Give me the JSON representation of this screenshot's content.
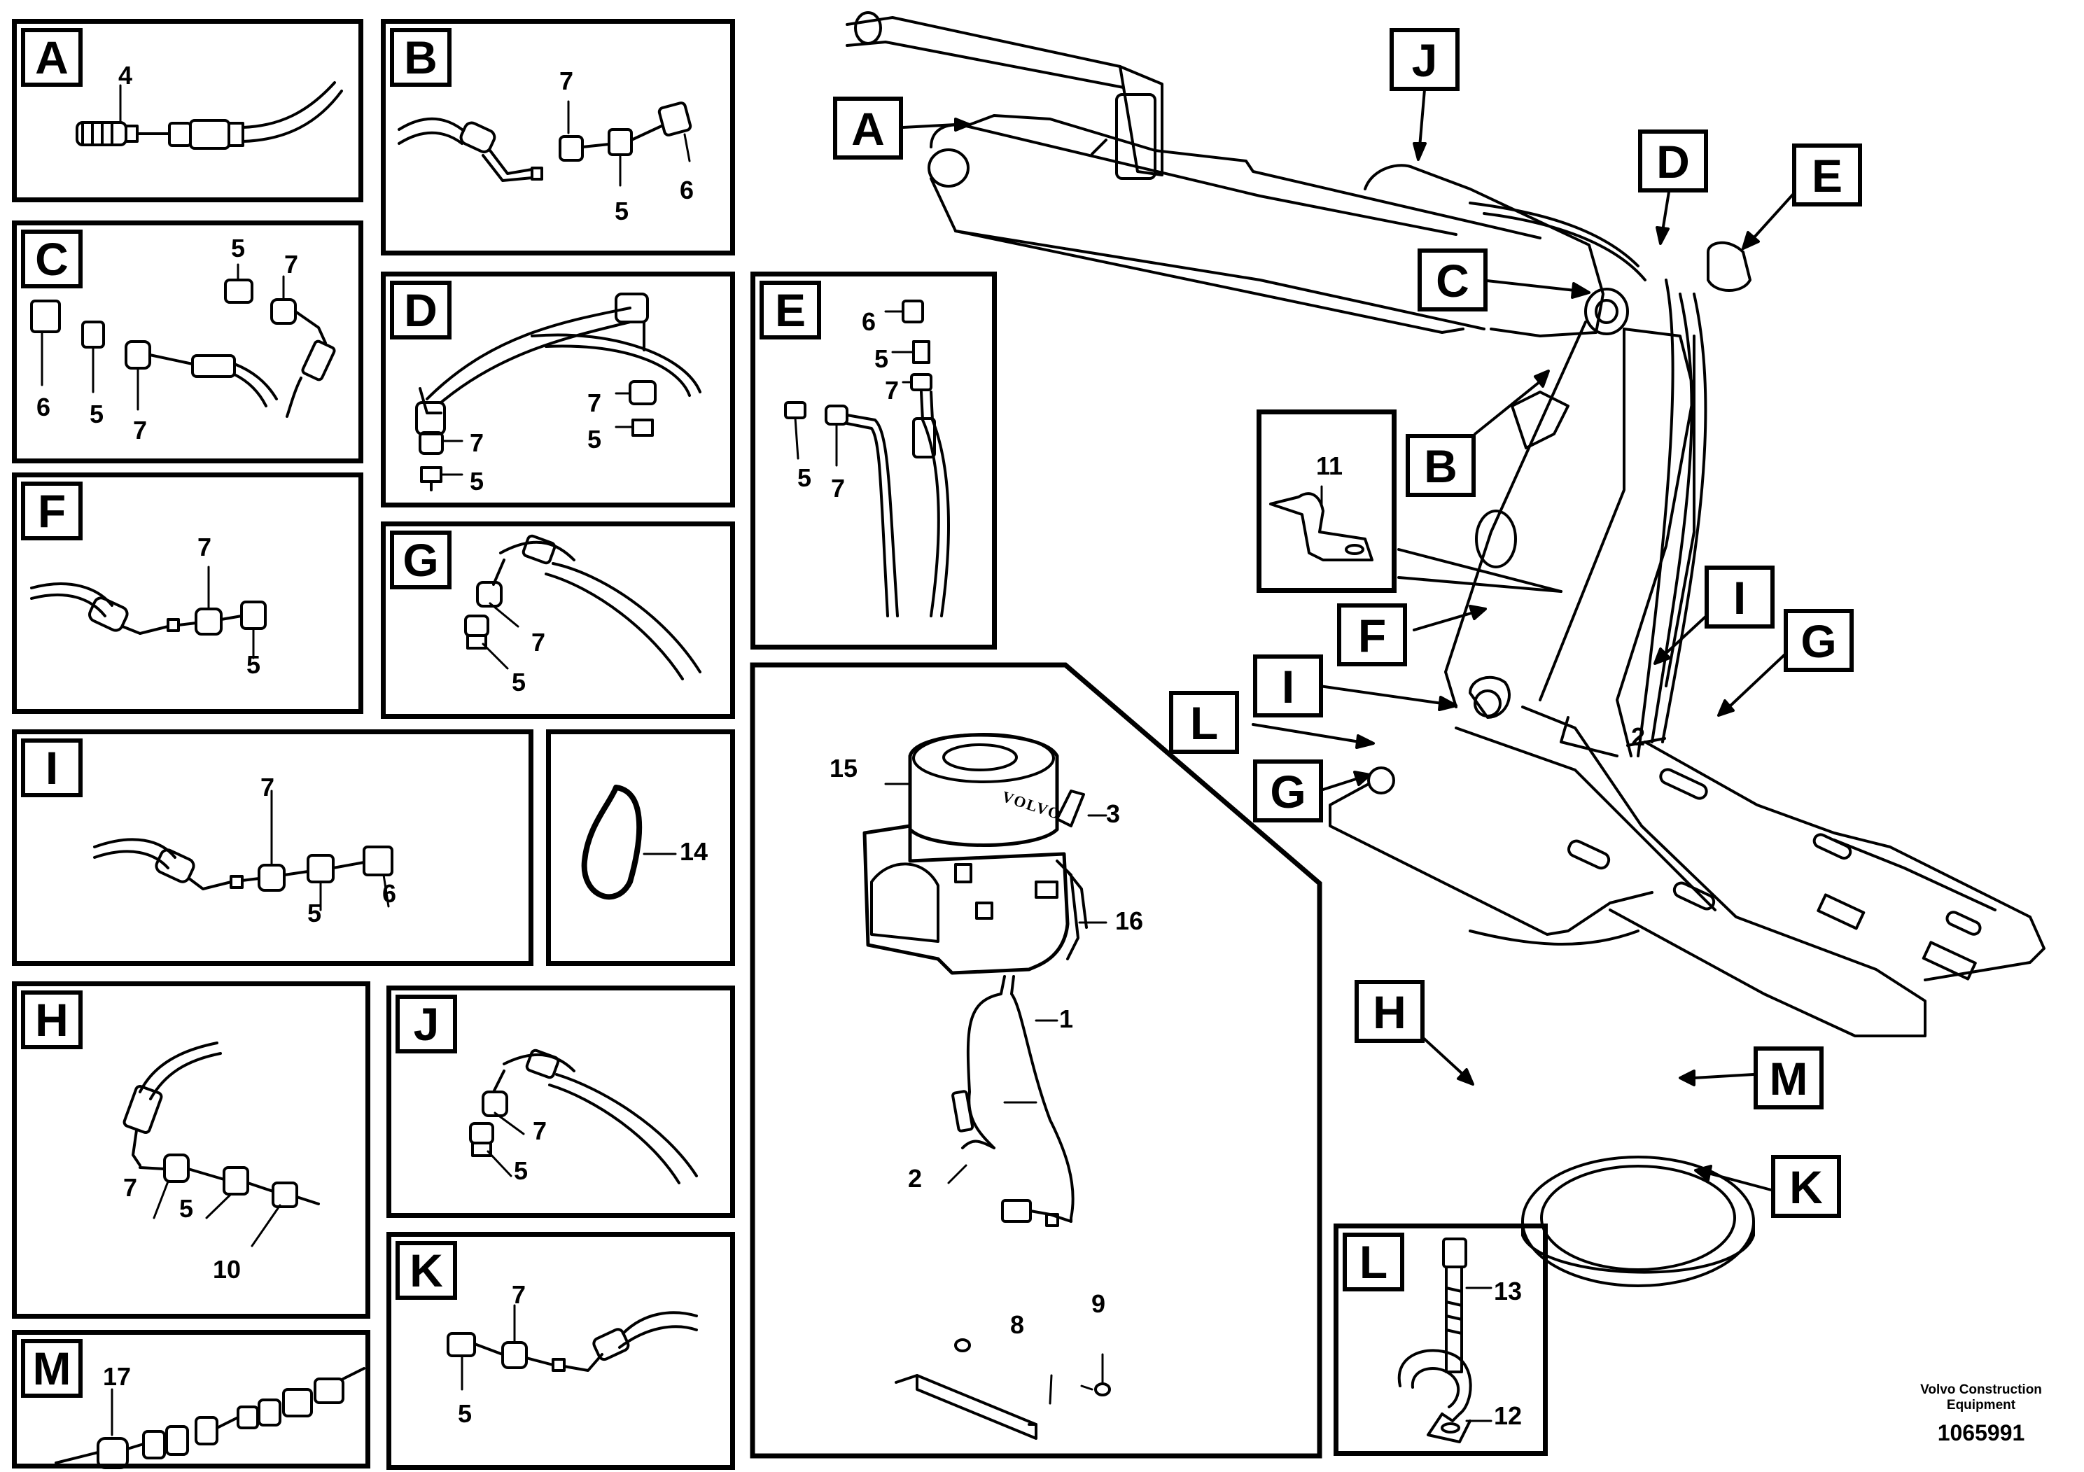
{
  "panels": {
    "A": {
      "letter": "A",
      "labels": [
        "4"
      ]
    },
    "B": {
      "letter": "B",
      "labels": [
        "7",
        "5",
        "6"
      ]
    },
    "C": {
      "letter": "C",
      "labels": [
        "5",
        "7",
        "6",
        "5",
        "7"
      ]
    },
    "D": {
      "letter": "D",
      "labels": [
        "7",
        "5",
        "7",
        "5"
      ]
    },
    "E": {
      "letter": "E",
      "labels": [
        "6",
        "5",
        "7",
        "5",
        "7"
      ]
    },
    "F": {
      "letter": "F",
      "labels": [
        "7",
        "5"
      ]
    },
    "G": {
      "letter": "G",
      "labels": [
        "7",
        "5"
      ]
    },
    "I": {
      "letter": "I",
      "labels": [
        "7",
        "5",
        "6"
      ]
    },
    "tie": {
      "labels": [
        "14"
      ]
    },
    "H": {
      "letter": "H",
      "labels": [
        "7",
        "5",
        "10"
      ]
    },
    "J": {
      "letter": "J",
      "labels": [
        "7",
        "5"
      ]
    },
    "K": {
      "letter": "K",
      "labels": [
        "7",
        "5"
      ]
    },
    "M": {
      "letter": "M",
      "labels": [
        "17"
      ]
    },
    "lube": {
      "labels": [
        "15",
        "3",
        "16",
        "1",
        "2",
        "8",
        "9"
      ],
      "brand_text": "VOLVO"
    },
    "bracket": {
      "labels": [
        "11"
      ]
    },
    "L": {
      "letter": "L",
      "labels": [
        "13",
        "12"
      ]
    }
  },
  "machine_callouts": [
    "A",
    "J",
    "D",
    "E",
    "C",
    "B",
    "I",
    "G",
    "F",
    "I",
    "L",
    "G",
    "H",
    "M",
    "K"
  ],
  "machine_labels": [
    "2"
  ],
  "footer": {
    "line1": "Volvo Construction",
    "line2": "Equipment",
    "doc_number": "1065991"
  }
}
